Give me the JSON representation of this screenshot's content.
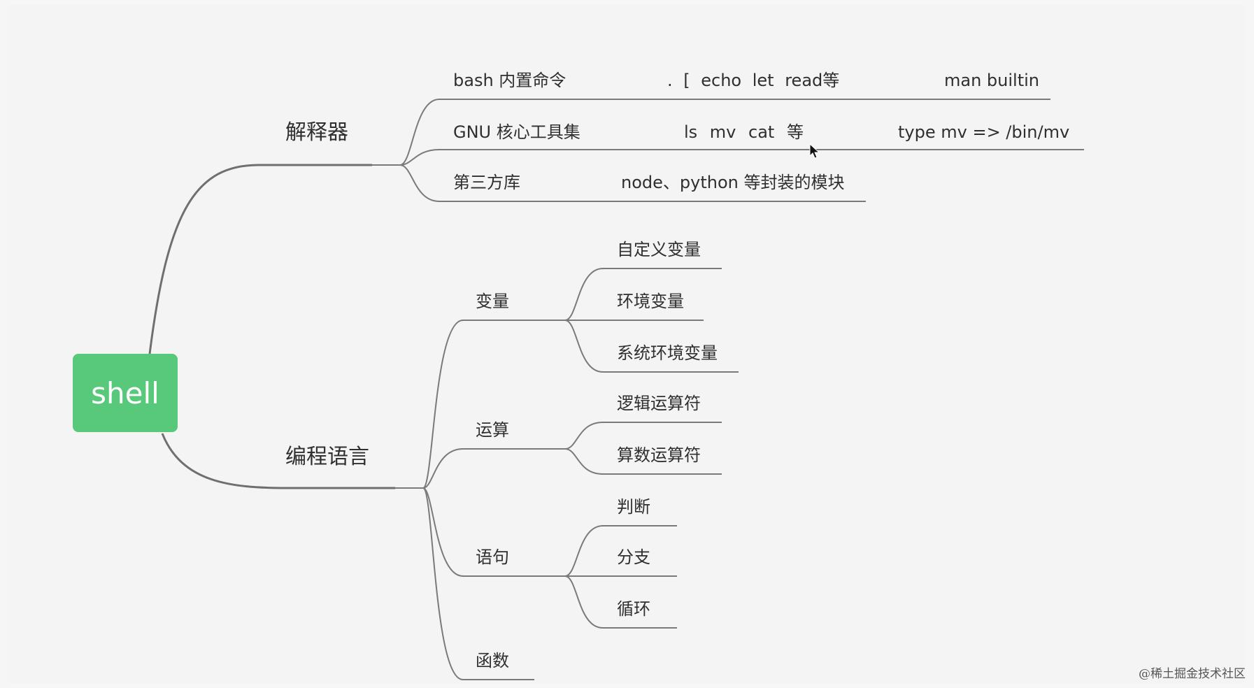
{
  "root": {
    "label": "shell"
  },
  "interpreter": {
    "label": "解释器",
    "bash": {
      "label": "bash 内置命令",
      "examples": ". [ echo let read等",
      "note": "man builtin"
    },
    "gnu": {
      "label": "GNU 核心工具集",
      "examples": "ls mv cat 等",
      "note": "type mv => /bin/mv"
    },
    "thirdparty": {
      "label": "第三方库",
      "examples": "node、python 等封装的模块"
    }
  },
  "language": {
    "label": "编程语言",
    "variables": {
      "label": "变量",
      "items": [
        "自定义变量",
        "环境变量",
        "系统环境变量"
      ]
    },
    "operations": {
      "label": "运算",
      "items": [
        "逻辑运算符",
        "算数运算符"
      ]
    },
    "statements": {
      "label": "语句",
      "items": [
        "判断",
        "分支",
        "循环"
      ]
    },
    "functions": {
      "label": "函数"
    }
  },
  "watermark": "@稀土掘金技术社区",
  "colors": {
    "root_fill": "#58c97a",
    "line": "#7a7a7a",
    "background": "#f4f4f4"
  },
  "icons": {
    "cursor": "mouse-pointer-icon"
  }
}
